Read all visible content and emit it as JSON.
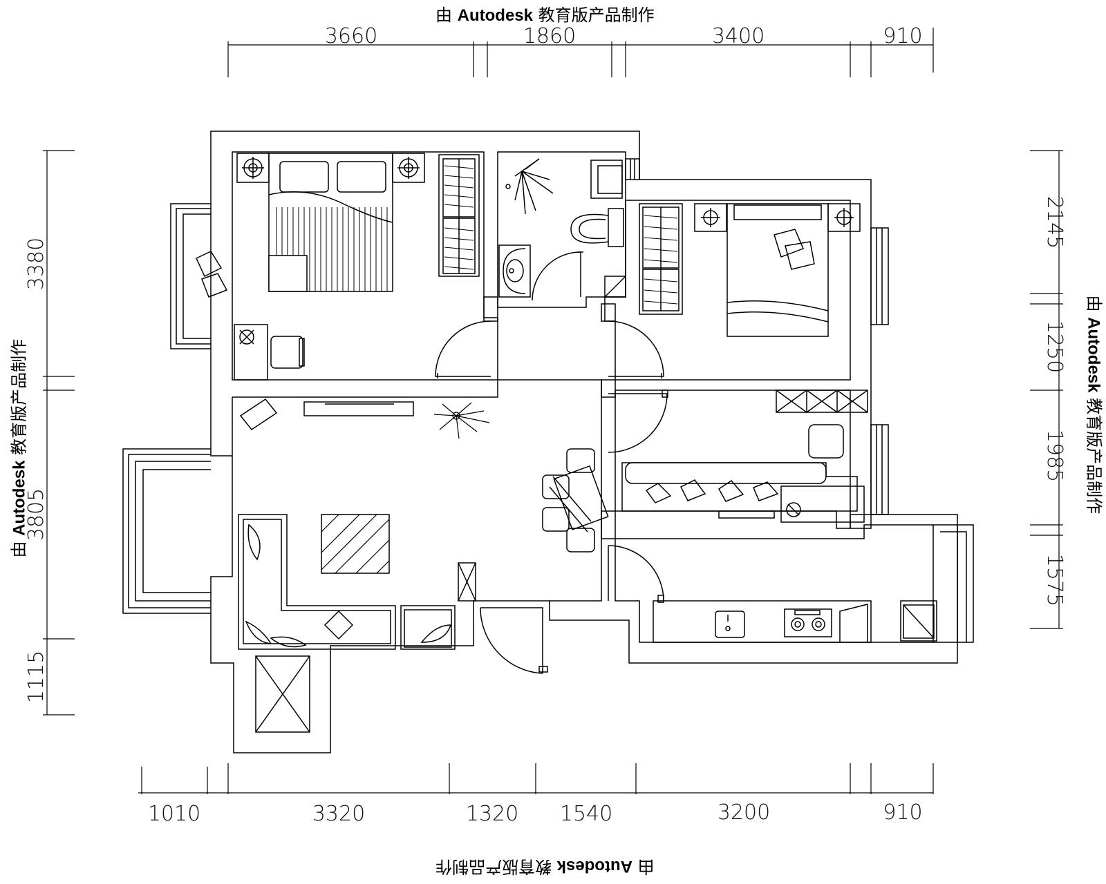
{
  "watermark": {
    "prefix": "由",
    "brand": "Autodesk",
    "suffix": "教育版产品制作"
  },
  "dimensions": {
    "top": [
      "3660",
      "1860",
      "3400",
      "910"
    ],
    "bottom": [
      "1010",
      "3320",
      "1320",
      "1540",
      "3200",
      "910"
    ],
    "left": [
      "3380",
      "3805",
      "1115"
    ],
    "right": [
      "2145",
      "1250",
      "1985",
      "1575"
    ]
  },
  "colors": {
    "line": "#000000",
    "background": "#ffffff"
  }
}
